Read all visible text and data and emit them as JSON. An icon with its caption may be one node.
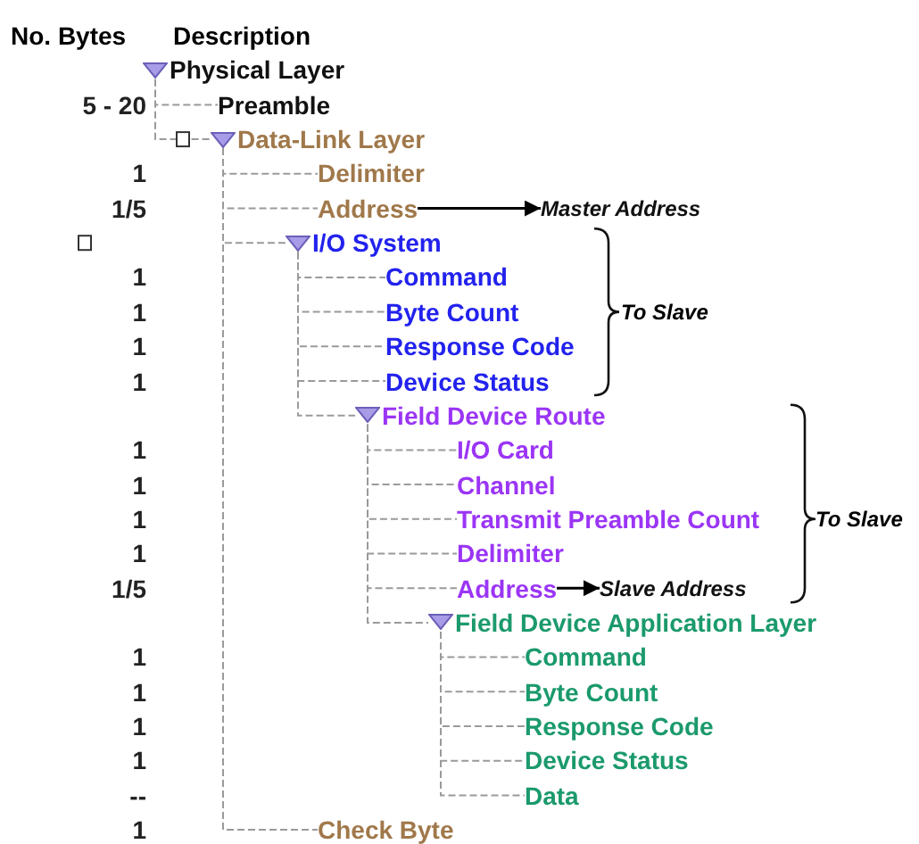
{
  "diagram": {
    "nodes": [
      {
        "text": [
          "Physical Layer"
        ]
      },
      {
        "text": [
          "Preamble"
        ]
      },
      {
        "text": [
          "Data-Link Layer"
        ]
      },
      {
        "text": [
          "Delimiter"
        ]
      },
      {
        "text": [
          "Address"
        ]
      },
      {
        "text": [
          "Master Address"
        ]
      },
      {
        "text": [
          "I/O System"
        ]
      },
      {
        "text": [
          "Command"
        ]
      },
      {
        "text": [
          "Byte Count"
        ]
      },
      {
        "text": [
          "Response Code"
        ]
      },
      {
        "text": [
          "Device Status"
        ]
      },
      {
        "text": [
          "Field Device Route"
        ]
      },
      {
        "text": [
          "I/O Card"
        ]
      },
      {
        "text": [
          "Channel"
        ]
      },
      {
        "text": [
          "Transmit Preamble Count"
        ]
      },
      {
        "text": [
          "Delimiter"
        ]
      },
      {
        "text": [
          "Address"
        ]
      },
      {
        "text": [
          "Slave Address"
        ]
      },
      {
        "text": [
          "Field Device Application Layer"
        ]
      },
      {
        "text": [
          "Command"
        ]
      },
      {
        "text": [
          "Byte Count"
        ]
      },
      {
        "text": [
          "Response Code"
        ]
      },
      {
        "text": [
          "Device Status"
        ]
      },
      {
        "text": [
          "Data"
        ]
      },
      {
        "text": [
          "Check Byte"
        ]
      }
    ],
    "edges": [
      {
        "from": 0,
        "to": 1,
        "arrow": "none",
        "style": "dashed"
      },
      {
        "from": 0,
        "to": 2,
        "arrow": "none",
        "style": "dashed"
      },
      {
        "from": 2,
        "to": 3,
        "arrow": "none",
        "style": "dashed"
      },
      {
        "from": 2,
        "to": 4,
        "arrow": "none",
        "style": "dashed"
      },
      {
        "from": 4,
        "to": 5,
        "arrow": "to",
        "color": "#000000"
      },
      {
        "from": 2,
        "to": 6,
        "arrow": "none",
        "style": "dashed"
      },
      {
        "from": 6,
        "to": 7,
        "arrow": "none",
        "style": "dashed"
      },
      {
        "from": 6,
        "to": 8,
        "arrow": "none",
        "style": "dashed"
      },
      {
        "from": 6,
        "to": 9,
        "arrow": "none",
        "style": "dashed"
      },
      {
        "from": 6,
        "to": 10,
        "arrow": "none",
        "style": "dashed"
      },
      {
        "from": 6,
        "to": 11,
        "arrow": "none",
        "style": "dashed"
      },
      {
        "from": 11,
        "to": 12,
        "arrow": "none",
        "style": "dashed"
      },
      {
        "from": 11,
        "to": 13,
        "arrow": "none",
        "style": "dashed"
      },
      {
        "from": 11,
        "to": 14,
        "arrow": "none",
        "style": "dashed"
      },
      {
        "from": 11,
        "to": 15,
        "arrow": "none",
        "style": "dashed"
      },
      {
        "from": 11,
        "to": 16,
        "arrow": "none",
        "style": "dashed"
      },
      {
        "from": 16,
        "to": 17,
        "arrow": "to",
        "color": "#000000"
      },
      {
        "from": 11,
        "to": 18,
        "arrow": "none",
        "style": "dashed"
      },
      {
        "from": 18,
        "to": 19,
        "arrow": "none",
        "style": "dashed"
      },
      {
        "from": 18,
        "to": 20,
        "arrow": "none",
        "style": "dashed"
      },
      {
        "from": 18,
        "to": 21,
        "arrow": "none",
        "style": "dashed"
      },
      {
        "from": 18,
        "to": 22,
        "arrow": "none",
        "style": "dashed"
      },
      {
        "from": 18,
        "to": 23,
        "arrow": "none",
        "style": "dashed"
      },
      {
        "from": 2,
        "to": 24,
        "arrow": "none",
        "style": "dashed"
      }
    ],
    "labels": [
      "No. Bytes",
      "Description",
      "5 - 20",
      "1",
      "1/5",
      "1",
      "1",
      "To Slave",
      "1",
      "1",
      "1",
      "1",
      "1",
      "To Slave",
      "1",
      "1/5",
      "1",
      "1",
      "1",
      "1",
      "--",
      "1"
    ]
  }
}
